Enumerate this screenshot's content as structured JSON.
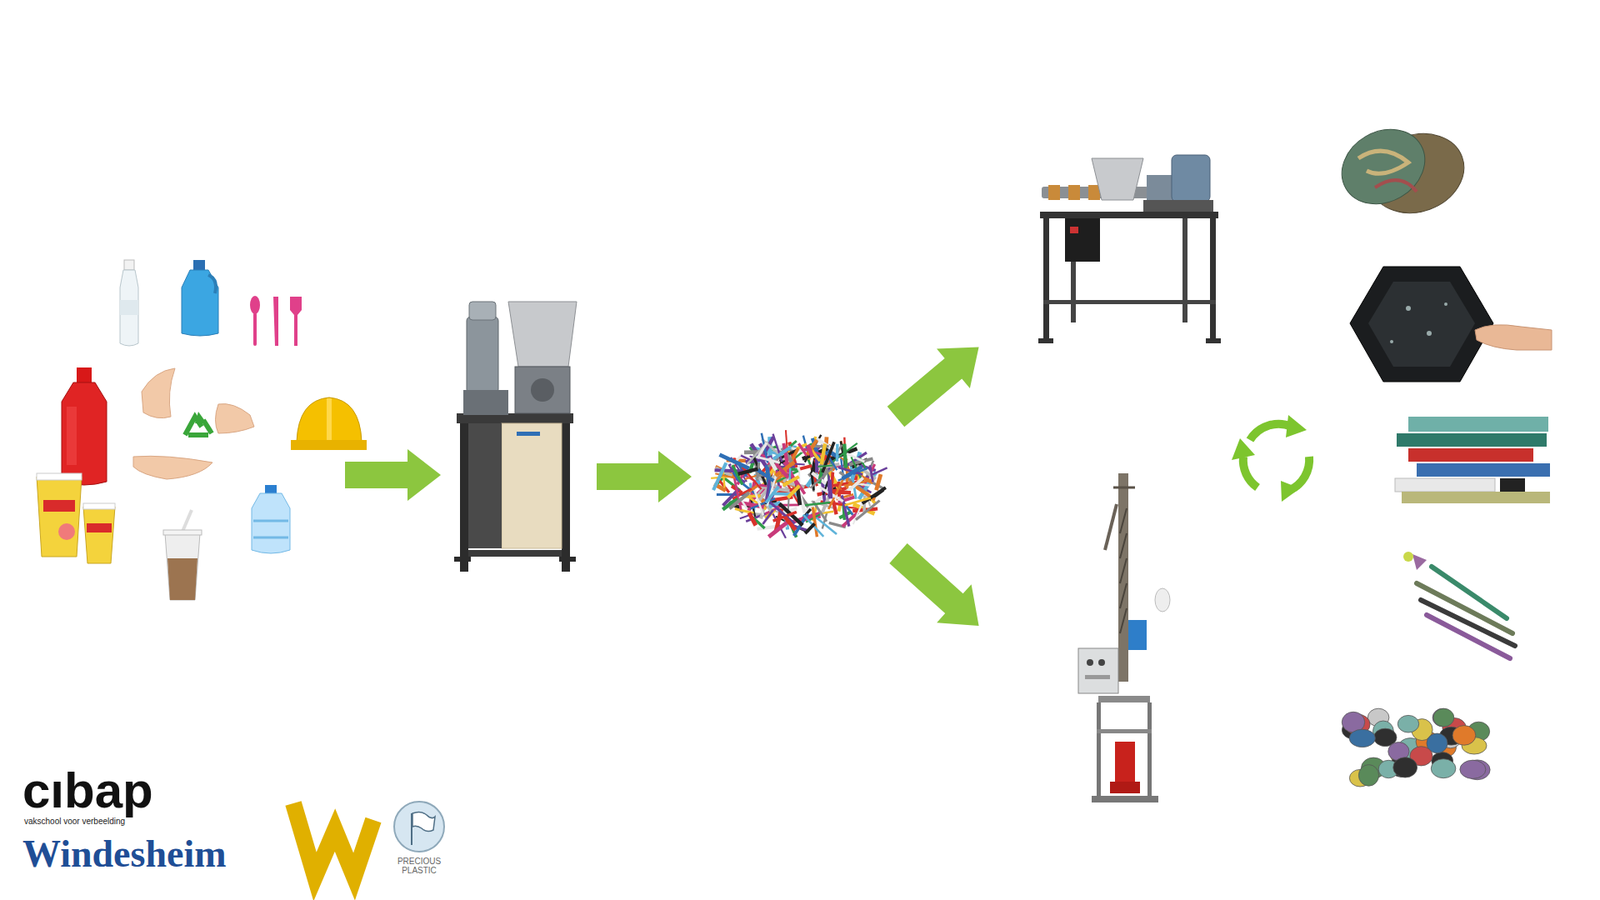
{
  "diagram": {
    "labels": [
      "cıbap",
      "vakschool voor verbeelding",
      "Windesheim",
      "PRECIOUS PLASTIC"
    ]
  }
}
